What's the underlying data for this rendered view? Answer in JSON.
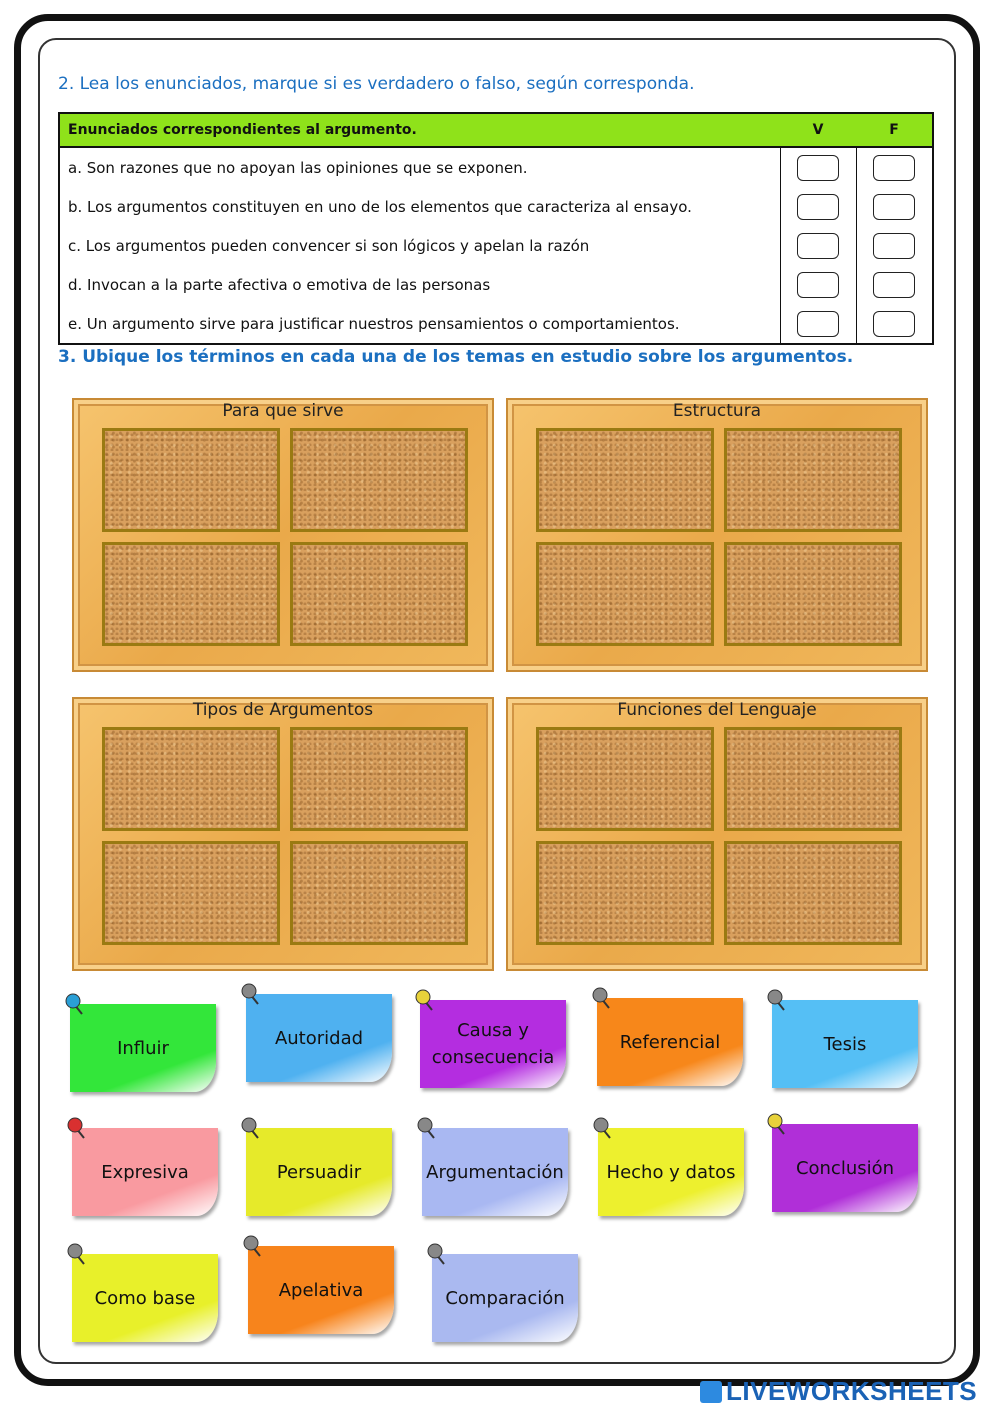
{
  "question2": {
    "title": "2.  Lea los enunciados, marque si es verdadero o falso, según corresponda.",
    "table": {
      "header": "Enunciados correspondientes al argumento.",
      "col_v": "V",
      "col_f": "F",
      "rows": [
        "a.  Son razones que no apoyan las opiniones que se exponen.",
        "b.  Los argumentos constituyen en uno de los elementos que caracteriza al ensayo.",
        "c.  Los argumentos pueden convencer si son lógicos y apelan la razón",
        "d.  Invocan a la parte afectiva o emotiva de las personas",
        "e.  Un argumento sirve para justificar nuestros pensamientos o comportamientos."
      ]
    }
  },
  "question3": {
    "title": "3. Ubique los términos en cada una de los temas en estudio sobre los argumentos.",
    "boards": [
      "Para que sirve",
      "Estructura",
      "Tipos de Argumentos",
      "Funciones del Lenguaje"
    ]
  },
  "notes": [
    {
      "label": "Influir",
      "color": "#33e63a",
      "pin": "#2a9fd6"
    },
    {
      "label": "Autoridad",
      "color": "#4fb1f0",
      "pin": "#888888"
    },
    {
      "label": "Causa y consecuencia",
      "color": "#b42de0",
      "pin": "#e8d23a"
    },
    {
      "label": "Referencial",
      "color": "#f7871a",
      "pin": "#888888"
    },
    {
      "label": "Tesis",
      "color": "#55bff5",
      "pin": "#888888"
    },
    {
      "label": "Expresiva",
      "color": "#f99aa0",
      "pin": "#d93030"
    },
    {
      "label": "Persuadir",
      "color": "#e6ea2a",
      "pin": "#888888"
    },
    {
      "label": "Argumentación",
      "color": "#a9b8f2",
      "pin": "#888888"
    },
    {
      "label": "Hecho y datos",
      "color": "#edf02e",
      "pin": "#888888"
    },
    {
      "label": "Conclusión",
      "color": "#b02fd8",
      "pin": "#e8d23a"
    },
    {
      "label": "Como base",
      "color": "#e8f02a",
      "pin": "#888888"
    },
    {
      "label": "Apelativa",
      "color": "#f7841c",
      "pin": "#888888"
    },
    {
      "label": "Comparación",
      "color": "#aab9f0",
      "pin": "#888888"
    }
  ],
  "watermark": "LIVEWORKSHEETS"
}
